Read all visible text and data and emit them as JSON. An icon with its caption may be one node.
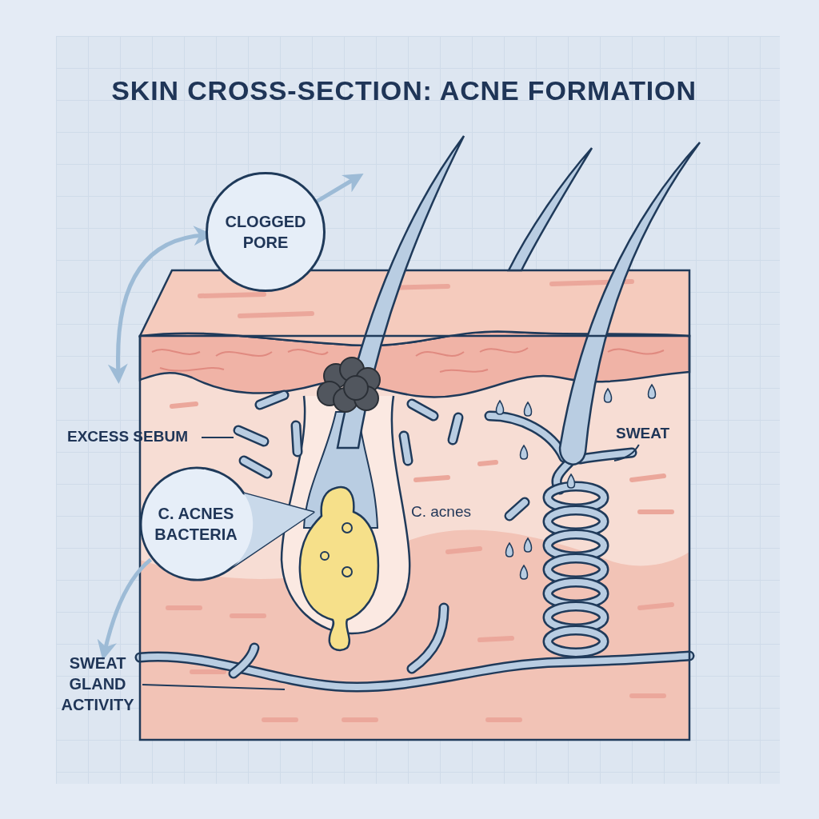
{
  "diagram": {
    "title": "SKIN CROSS-SECTION: ACNE FORMATION",
    "nodes": [
      {
        "text": [
          "CLOGGED PORE"
        ]
      },
      {
        "text": [
          "C. ACNES BACTERIA"
        ]
      },
      {
        "text": [
          "EXCESS SEBUM"
        ]
      },
      {
        "text": [
          "SWEAT"
        ]
      },
      {
        "text": [
          "SWEAT GLAND ACTIVITY"
        ]
      }
    ],
    "edges": [
      {
        "from": null,
        "to": 0,
        "arrow": "both",
        "style": "thick",
        "color": "#9dbbd6"
      },
      {
        "from": 0,
        "to": null,
        "arrow": "to",
        "style": "thick",
        "color": "#9dbbd6"
      },
      {
        "from": 1,
        "to": 4,
        "arrow": "to",
        "style": "thick",
        "color": "#9dbbd6"
      },
      {
        "from": 2,
        "to": null,
        "arrow": "none",
        "color": "#1f3a5a"
      },
      {
        "from": 3,
        "to": null,
        "arrow": "none",
        "color": "#1f3a5a"
      },
      {
        "from": 4,
        "to": null,
        "arrow": "none",
        "color": "#1f3a5a"
      }
    ],
    "labels": [
      "C. acnes"
    ]
  }
}
